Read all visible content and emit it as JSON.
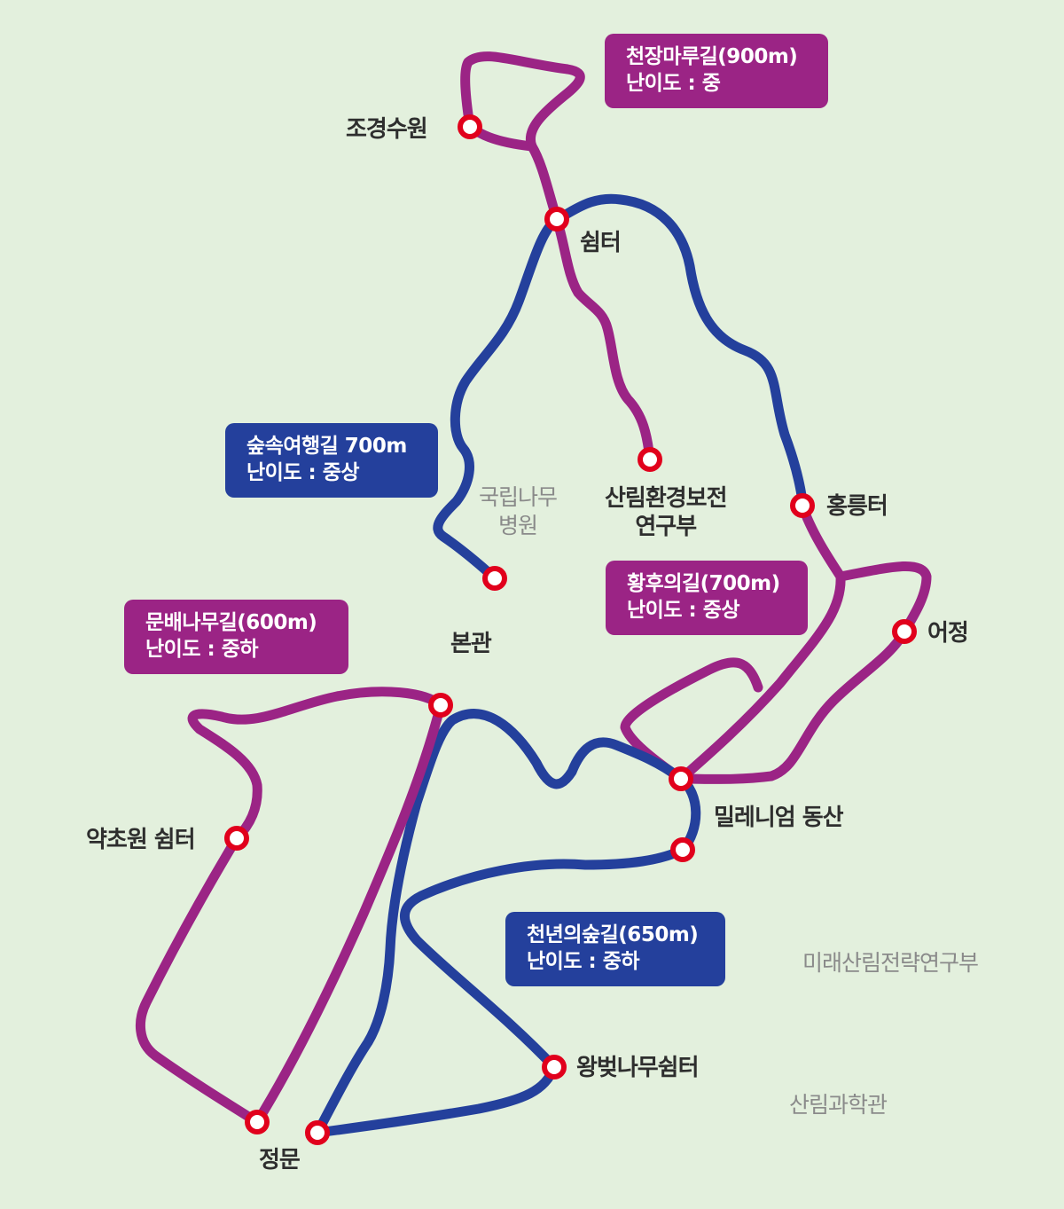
{
  "colors": {
    "background": "#e3f0dd",
    "purple_trail": "#9b2485",
    "blue_trail": "#24409c",
    "stop_ring": "#e1001c"
  },
  "trails": [
    {
      "name": "천장마루길(900m)",
      "difficulty": "난이도 : 중",
      "color": "purple"
    },
    {
      "name": "숲속여행길 700m",
      "difficulty": "난이도 : 중상",
      "color": "blue"
    },
    {
      "name": "황후의길(700m)",
      "difficulty": "난이도 : 중상",
      "color": "purple"
    },
    {
      "name": "문배나무길(600m)",
      "difficulty": "난이도 : 중하",
      "color": "purple"
    },
    {
      "name": "천년의숲길(650m)",
      "difficulty": "난이도 : 중하",
      "color": "blue"
    }
  ],
  "stops": [
    {
      "label": "조경수원"
    },
    {
      "label": "쉼터"
    },
    {
      "label": "산림환경보전 연구부",
      "line1": "산림환경보전",
      "line2": "연구부"
    },
    {
      "label": "홍릉터"
    },
    {
      "label": "어정"
    },
    {
      "label": "본관"
    },
    {
      "label": "밀레니엄 동산"
    },
    {
      "label": "약초원 쉼터"
    },
    {
      "label": "왕벚나무쉼터"
    },
    {
      "label": "정문"
    }
  ],
  "buildings": [
    {
      "label": "국립나무 병원",
      "line1": "국립나무",
      "line2": "병원"
    },
    {
      "label": "미래산림전략연구부"
    },
    {
      "label": "산림과학관"
    }
  ]
}
